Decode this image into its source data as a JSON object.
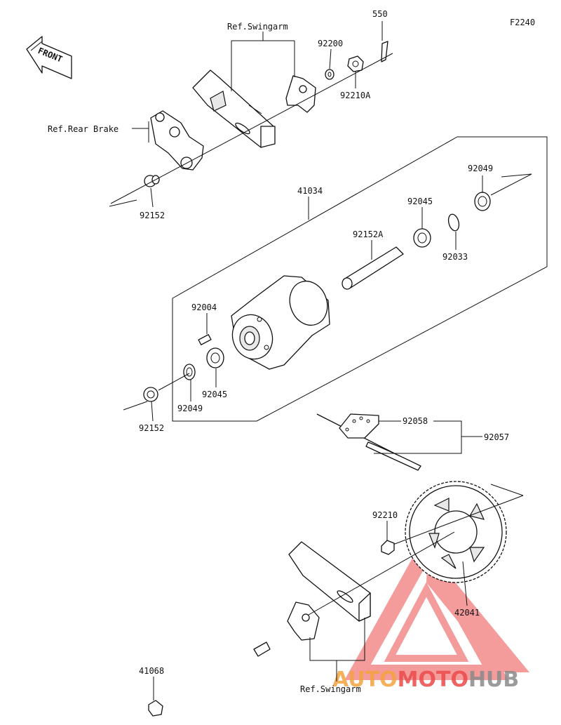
{
  "code": "F2240",
  "front_label": "FRONT",
  "refs": {
    "swingarm_top": "Ref.Swingarm",
    "rear_brake": "Ref.Rear Brake",
    "swingarm_bottom": "Ref.Swingarm"
  },
  "parts": {
    "p550": "550",
    "p92200": "92200",
    "p92210A": "92210A",
    "p92049_top": "92049",
    "p41034": "41034",
    "p92152_top": "92152",
    "p92045_top": "92045",
    "p92152A": "92152A",
    "p92033": "92033",
    "p92004": "92004",
    "p92045_bottom": "92045",
    "p92049_bottom": "92049",
    "p92152_bottom": "92152",
    "p92058": "92058",
    "p92057": "92057",
    "p92210": "92210",
    "p42041": "42041",
    "p41068": "41068"
  },
  "watermark": {
    "part1": "AUTO",
    "part2": "MOTO",
    "part3": "HUB",
    "colors": {
      "orange": "#f4a340",
      "red": "#ec4a4a",
      "gray": "#8a8a8a"
    }
  }
}
